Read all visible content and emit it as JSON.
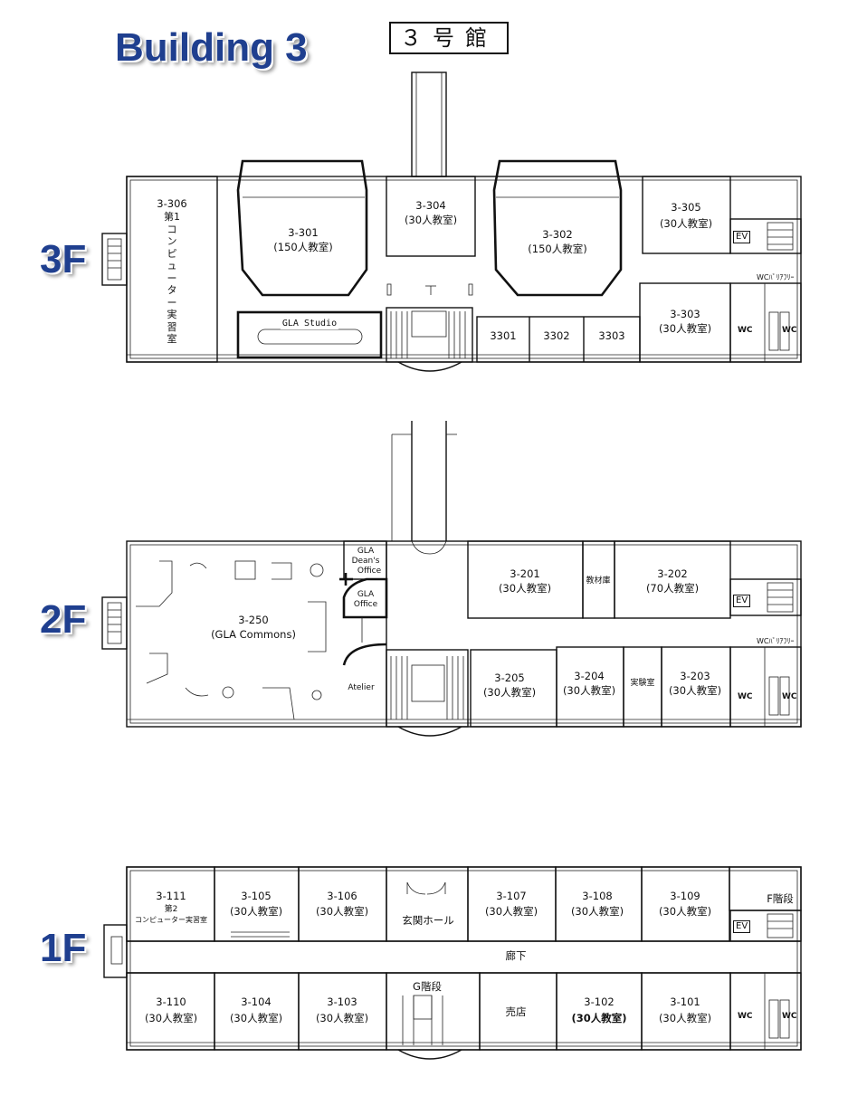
{
  "header": {
    "title_en": "Building 3",
    "title_jp": "３号館"
  },
  "floors": {
    "f3": {
      "label": "3F",
      "rooms": {
        "r306": {
          "num": "3-306",
          "name": "第1コンピューター実習室"
        },
        "r301": {
          "num": "3-301",
          "cap": "(150人教室)"
        },
        "r304": {
          "num": "3-304",
          "cap": "(30人教室)"
        },
        "r302": {
          "num": "3-302",
          "cap": "(150人教室)"
        },
        "r305": {
          "num": "3-305",
          "cap": "(30人教室)"
        },
        "r303": {
          "num": "3-303",
          "cap": "(30人教室)"
        },
        "studio": "GLA Studio",
        "s3301": "3301",
        "s3302": "3302",
        "s3303": "3303"
      },
      "ev": "EV",
      "wc_bf": "WCﾊﾞﾘｱﾌﾘｰ",
      "wc": "WC"
    },
    "f2": {
      "label": "2F",
      "rooms": {
        "r250": {
          "num": "3-250",
          "name": "(GLA Commons)"
        },
        "dean": {
          "l1": "GLA",
          "l2": "Dean's",
          "l3": "Office"
        },
        "office": {
          "l1": "GLA",
          "l2": "Office"
        },
        "atelier": "Atelier",
        "r201": {
          "num": "3-201",
          "cap": "(30人教室)"
        },
        "storage": "教材庫",
        "r202": {
          "num": "3-202",
          "cap": "(70人教室)"
        },
        "r205": {
          "num": "3-205",
          "cap": "(30人教室)"
        },
        "r204": {
          "num": "3-204",
          "cap": "(30人教室)"
        },
        "lab": "実験室",
        "r203": {
          "num": "3-203",
          "cap": "(30人教室)"
        }
      },
      "ev": "EV",
      "wc_bf": "WCﾊﾞﾘｱﾌﾘｰ",
      "wc": "WC"
    },
    "f1": {
      "label": "1F",
      "rooms": {
        "r111": {
          "num": "3-111",
          "l2": "第2",
          "l3": "コンピューター実習室"
        },
        "r105": {
          "num": "3-105",
          "cap": "(30人教室)"
        },
        "r106": {
          "num": "3-106",
          "cap": "(30人教室)"
        },
        "hall": "玄関ホール",
        "r107": {
          "num": "3-107",
          "cap": "(30人教室)"
        },
        "r108": {
          "num": "3-108",
          "cap": "(30人教室)"
        },
        "r109": {
          "num": "3-109",
          "cap": "(30人教室)"
        },
        "stairs_f": "F階段",
        "corridor": "廊下",
        "r110": {
          "num": "3-110",
          "cap": "(30人教室)"
        },
        "r104": {
          "num": "3-104",
          "cap": "(30人教室)"
        },
        "r103": {
          "num": "3-103",
          "cap": "(30人教室)"
        },
        "stairs_g": "G階段",
        "shop": "売店",
        "r102": {
          "num": "3-102",
          "cap": "(30人教室)"
        },
        "r101": {
          "num": "3-101",
          "cap": "(30人教室)"
        }
      },
      "ev": "EV",
      "wc": "WC"
    }
  },
  "colors": {
    "label_blue": "#1f3f8f",
    "line": "#111111",
    "background": "#ffffff"
  }
}
